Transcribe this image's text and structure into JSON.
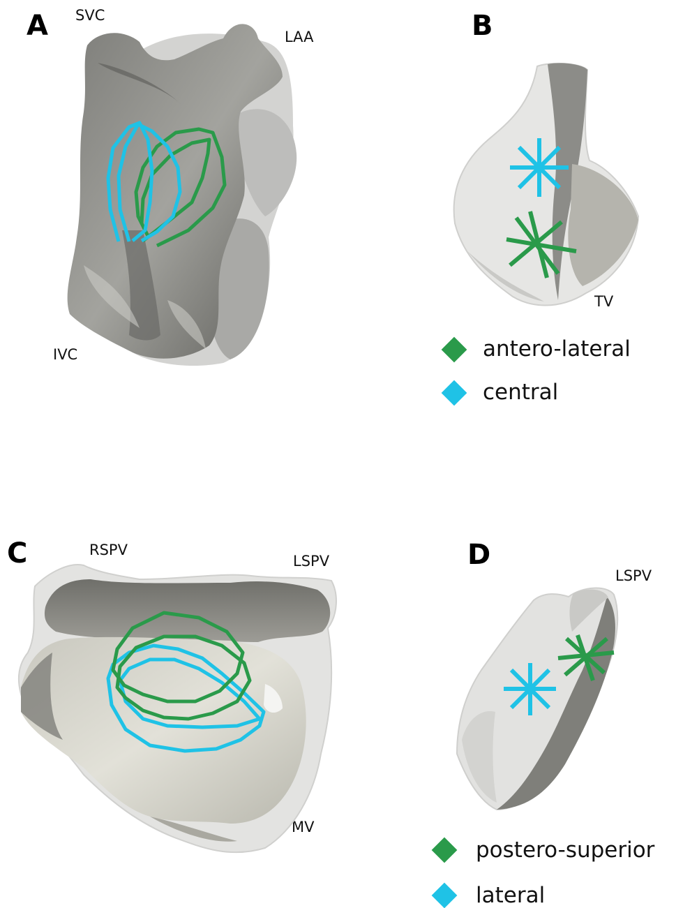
{
  "panels": {
    "a": {
      "letter": "A",
      "labels": {
        "svc": "SVC",
        "laa": "LAA",
        "ivc": "IVC"
      }
    },
    "b": {
      "letter": "B",
      "labels": {
        "tv": "TV"
      },
      "legend": [
        {
          "label": "antero-lateral",
          "color": "#2a9a4a"
        },
        {
          "label": "central",
          "color": "#1fc2e6"
        }
      ]
    },
    "c": {
      "letter": "C",
      "labels": {
        "rspv": "RSPV",
        "lspv": "LSPV",
        "mv": "MV"
      }
    },
    "d": {
      "letter": "D",
      "labels": {
        "lspv": "LSPV"
      },
      "legend": [
        {
          "label": "postero-superior",
          "color": "#2a9a4a"
        },
        {
          "label": "lateral",
          "color": "#1fc2e6"
        }
      ]
    }
  },
  "colors": {
    "green": "#2a9a4a",
    "cyan": "#1fc2e6",
    "tissue_dark": "#8f8f8a",
    "tissue_light": "#d9d8cf",
    "shell": "#dedede"
  }
}
